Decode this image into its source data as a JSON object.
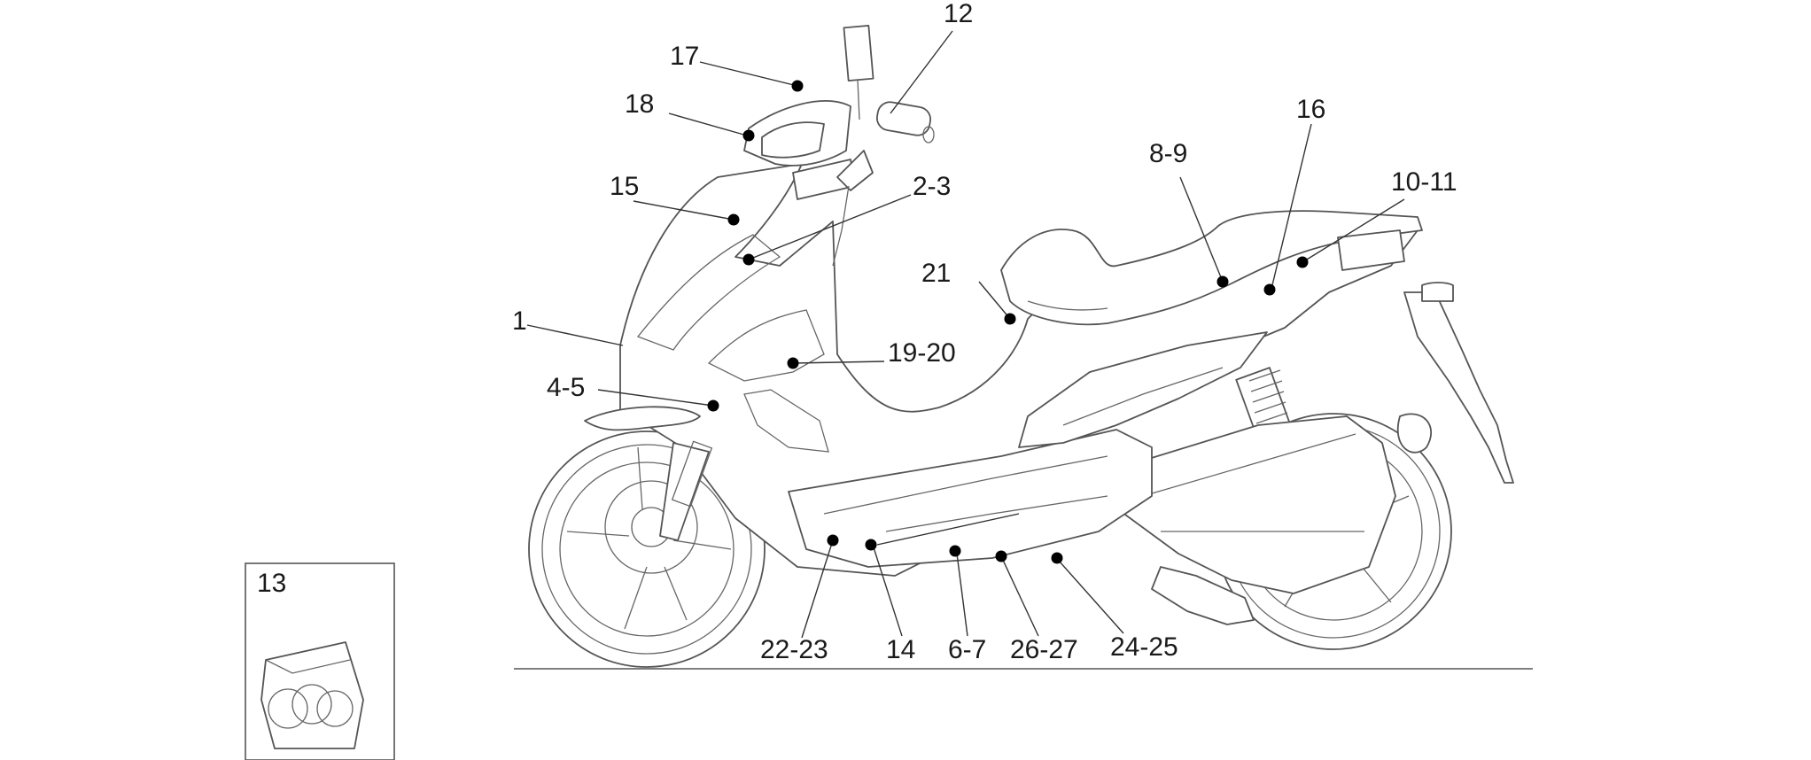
{
  "diagram": {
    "callouts": [
      {
        "id": "c1",
        "label": "1"
      },
      {
        "id": "c2",
        "label": "2-3"
      },
      {
        "id": "c3",
        "label": "4-5"
      },
      {
        "id": "c4",
        "label": "6-7"
      },
      {
        "id": "c5",
        "label": "8-9"
      },
      {
        "id": "c6",
        "label": "10-11"
      },
      {
        "id": "c7",
        "label": "12"
      },
      {
        "id": "c8",
        "label": "14"
      },
      {
        "id": "c9",
        "label": "15"
      },
      {
        "id": "c10",
        "label": "16"
      },
      {
        "id": "c11",
        "label": "17"
      },
      {
        "id": "c12",
        "label": "18"
      },
      {
        "id": "c13",
        "label": "19-20"
      },
      {
        "id": "c14",
        "label": "21"
      },
      {
        "id": "c15",
        "label": "22-23"
      },
      {
        "id": "c16",
        "label": "24-25"
      },
      {
        "id": "c17",
        "label": "26-27"
      }
    ],
    "inset": {
      "label": "13"
    }
  }
}
